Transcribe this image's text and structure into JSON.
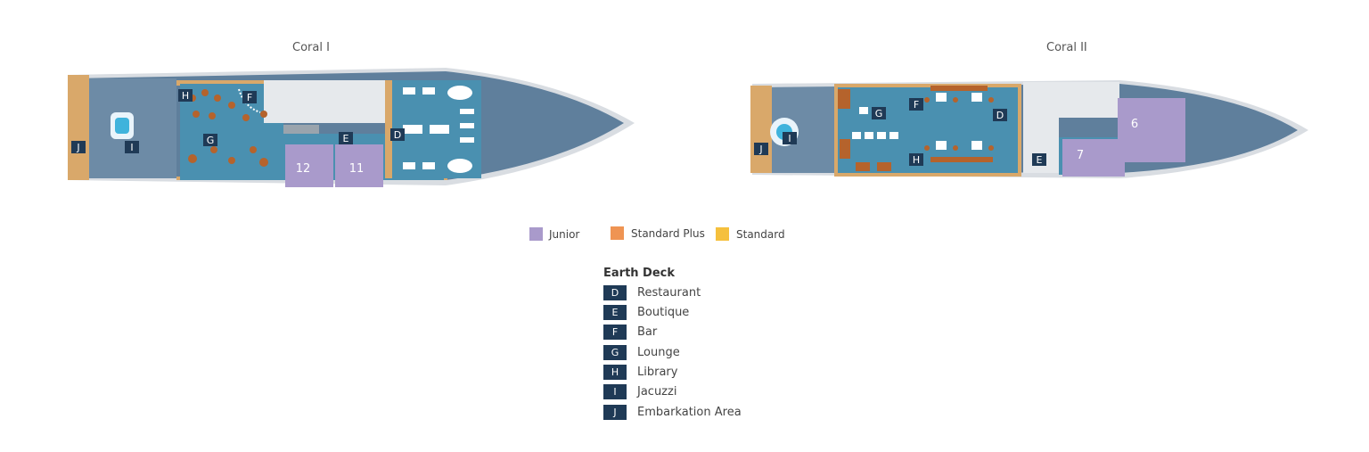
{
  "ships": [
    {
      "name": "Coral I",
      "cabins": [
        "12",
        "11"
      ],
      "area_badges": [
        "J",
        "I",
        "H",
        "G",
        "F",
        "E",
        "D"
      ]
    },
    {
      "name": "Coral II",
      "cabins": [
        "7",
        "6"
      ],
      "area_badges": [
        "J",
        "I",
        "G",
        "F",
        "D",
        "H",
        "E"
      ]
    }
  ],
  "legend": [
    {
      "label": "Junior",
      "color": "#a99acb"
    },
    {
      "label": "Standard Plus",
      "color": "#ef9453"
    },
    {
      "label": "Standard",
      "color": "#f5c03d"
    }
  ],
  "deck": {
    "title": "Earth Deck",
    "keys": [
      {
        "letter": "D",
        "label": "Restaurant"
      },
      {
        "letter": "E",
        "label": "Boutique"
      },
      {
        "letter": "F",
        "label": "Bar"
      },
      {
        "letter": "G",
        "label": "Lounge"
      },
      {
        "letter": "H",
        "label": "Library"
      },
      {
        "letter": "I",
        "label": "Jacuzzi"
      },
      {
        "letter": "J",
        "label": "Embarkation Area"
      }
    ]
  },
  "colors": {
    "deck_blue": "#5f7f9c",
    "floor_blue": "#4a90b0",
    "hull_edge": "#d9dde2",
    "wood": "#d9a86a",
    "cabin_purple": "#a99acb",
    "badge_navy": "#1f3a56",
    "furniture_brown": "#b5632c"
  }
}
